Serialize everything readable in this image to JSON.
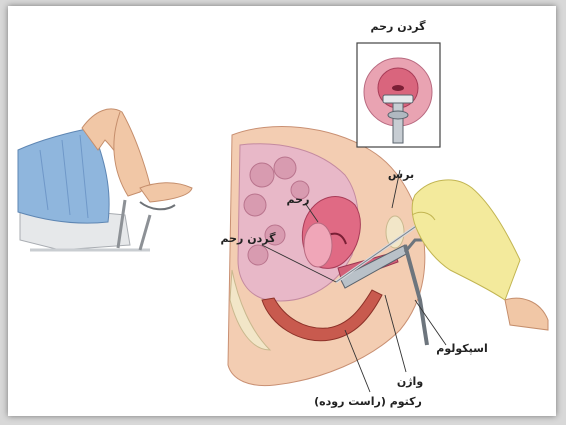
{
  "labels": {
    "cervix_top": "گردن رحم",
    "brush": "برس",
    "uterus": "رحم",
    "cervix": "گردن رحم",
    "speculum": "اسپکولوم",
    "vagina": "واژن",
    "rectum": "رکتوم (راست روده)"
  }
}
